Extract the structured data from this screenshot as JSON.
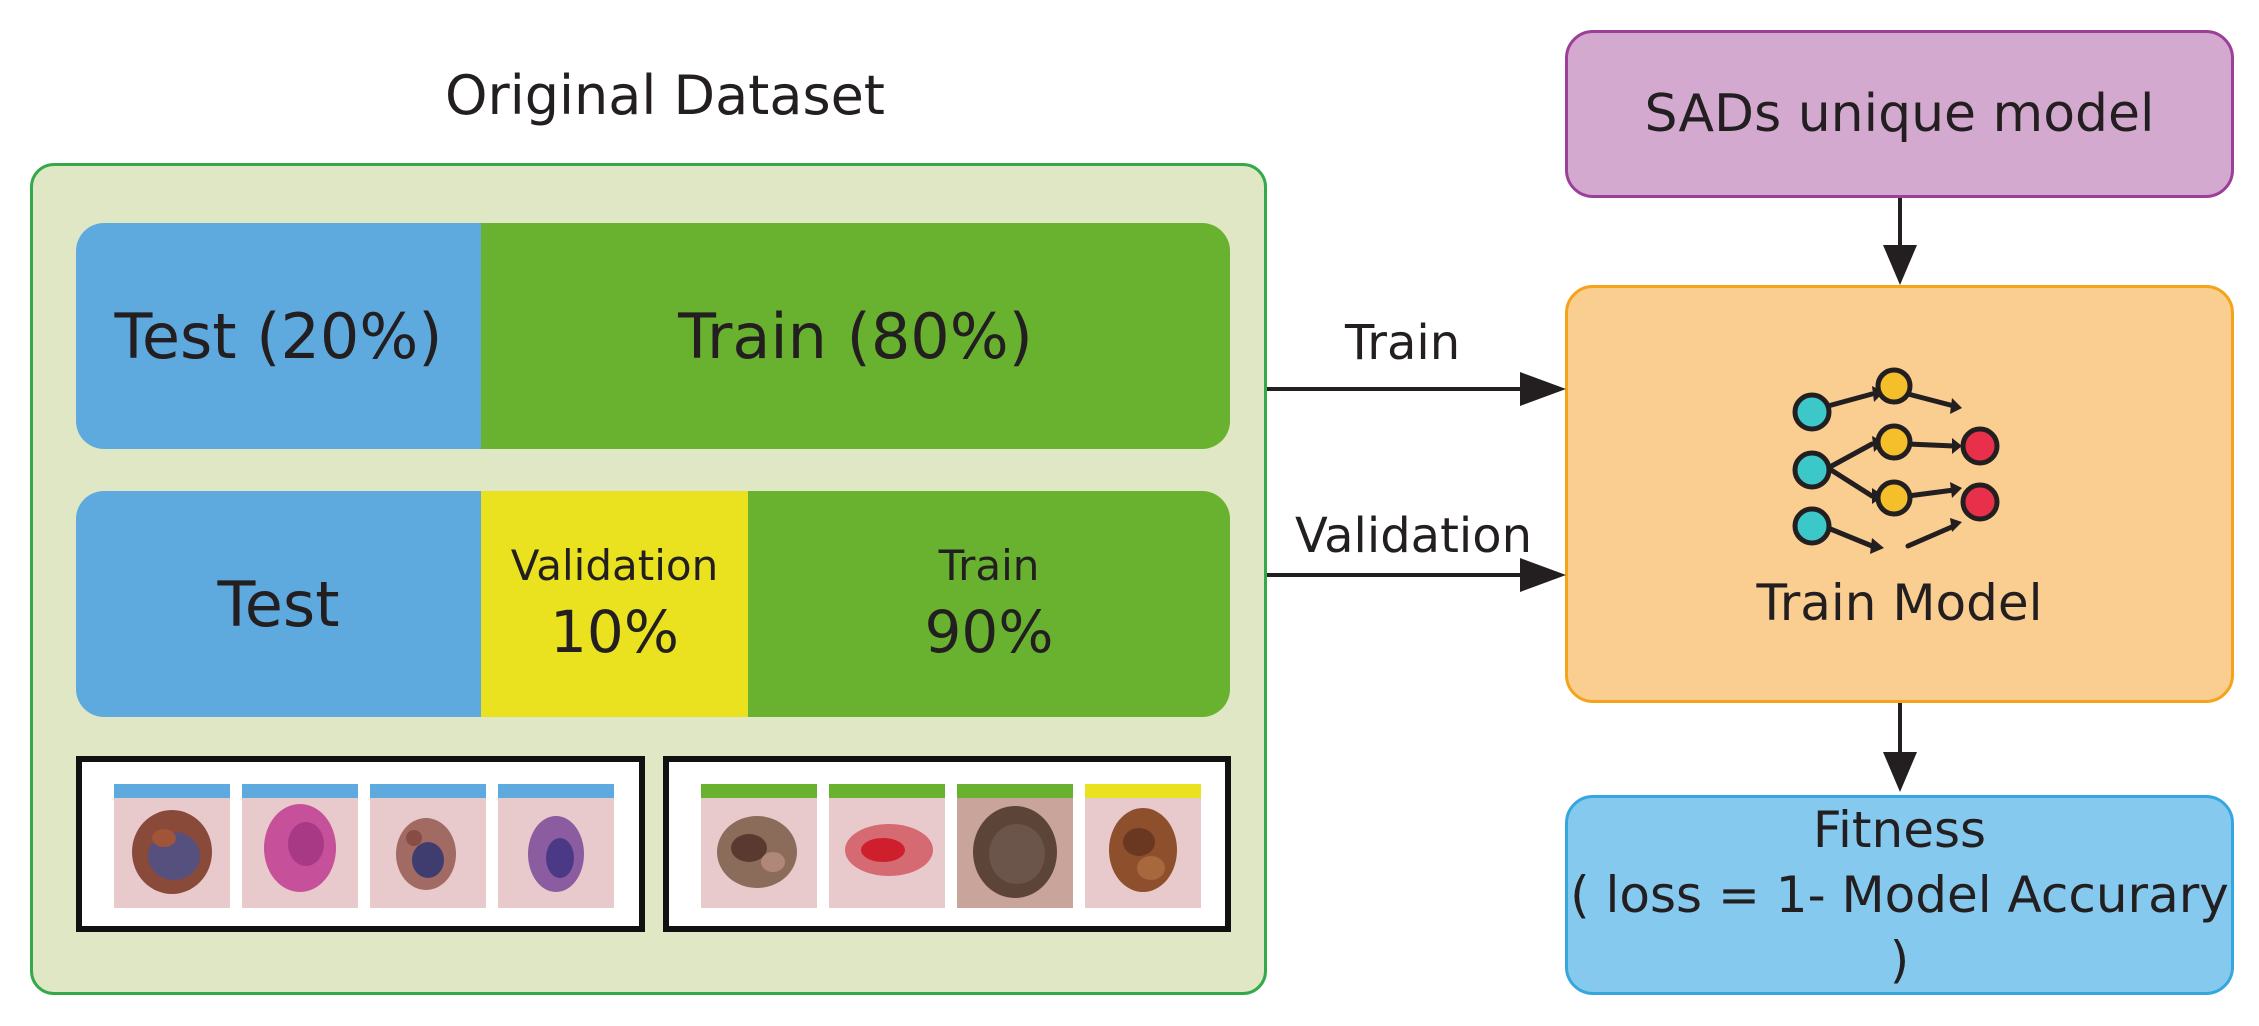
{
  "dataset": {
    "title": "Original Dataset",
    "split1": {
      "test": "Test (20%)",
      "train": "Train  (80%)"
    },
    "split2": {
      "test": "Test",
      "validation_label": "Validation",
      "validation_pct": "10%",
      "train_label": "Train",
      "train_pct": "90%"
    }
  },
  "flow": {
    "model_source": "SADs unique model",
    "train_model": "Train Model",
    "fitness_title": "Fitness",
    "fitness_formula": "( loss = 1- Model Accurary )"
  },
  "edges": {
    "train": "Train",
    "validation": "Validation"
  },
  "colors": {
    "test": "#5eaadf",
    "train": "#68b22f",
    "validation": "#ebe21f",
    "panel": "#dfe7c4",
    "sads": "#d3a9d0",
    "train_model": "#facd91",
    "fitness": "#86c9ee",
    "node_input": "#3cc8c8",
    "node_hidden": "#f5bf2c",
    "node_output": "#e8304a"
  },
  "icons": [
    "neural-network-icon"
  ]
}
